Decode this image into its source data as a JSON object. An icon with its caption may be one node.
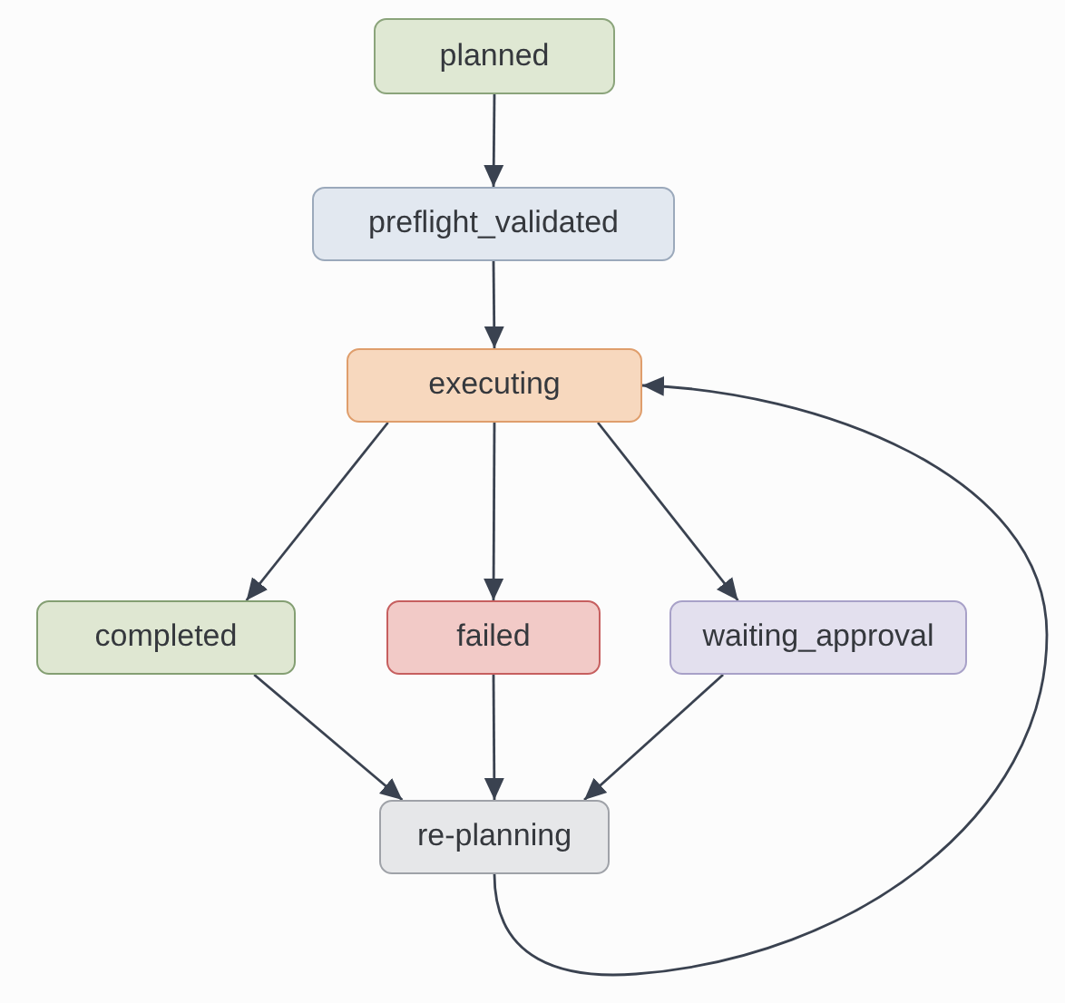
{
  "diagram": {
    "nodes": [
      {
        "text": [
          "planned"
        ]
      },
      {
        "text": [
          "preflight_validated"
        ]
      },
      {
        "text": [
          "executing"
        ]
      },
      {
        "text": [
          "completed"
        ]
      },
      {
        "text": [
          "failed"
        ]
      },
      {
        "text": [
          "waiting_approval"
        ]
      },
      {
        "text": [
          "re-planning"
        ]
      }
    ],
    "edges": [
      {
        "from": 0,
        "to": 1,
        "arrow": "to"
      },
      {
        "from": 1,
        "to": 2,
        "arrow": "to"
      },
      {
        "from": 2,
        "to": 3,
        "arrow": "to"
      },
      {
        "from": 2,
        "to": 4,
        "arrow": "to"
      },
      {
        "from": 2,
        "to": 5,
        "arrow": "to"
      },
      {
        "from": 3,
        "to": 6,
        "arrow": "to"
      },
      {
        "from": 4,
        "to": 6,
        "arrow": "to"
      },
      {
        "from": 5,
        "to": 6,
        "arrow": "to"
      },
      {
        "from": 6,
        "to": 2,
        "arrow": "to"
      }
    ]
  }
}
